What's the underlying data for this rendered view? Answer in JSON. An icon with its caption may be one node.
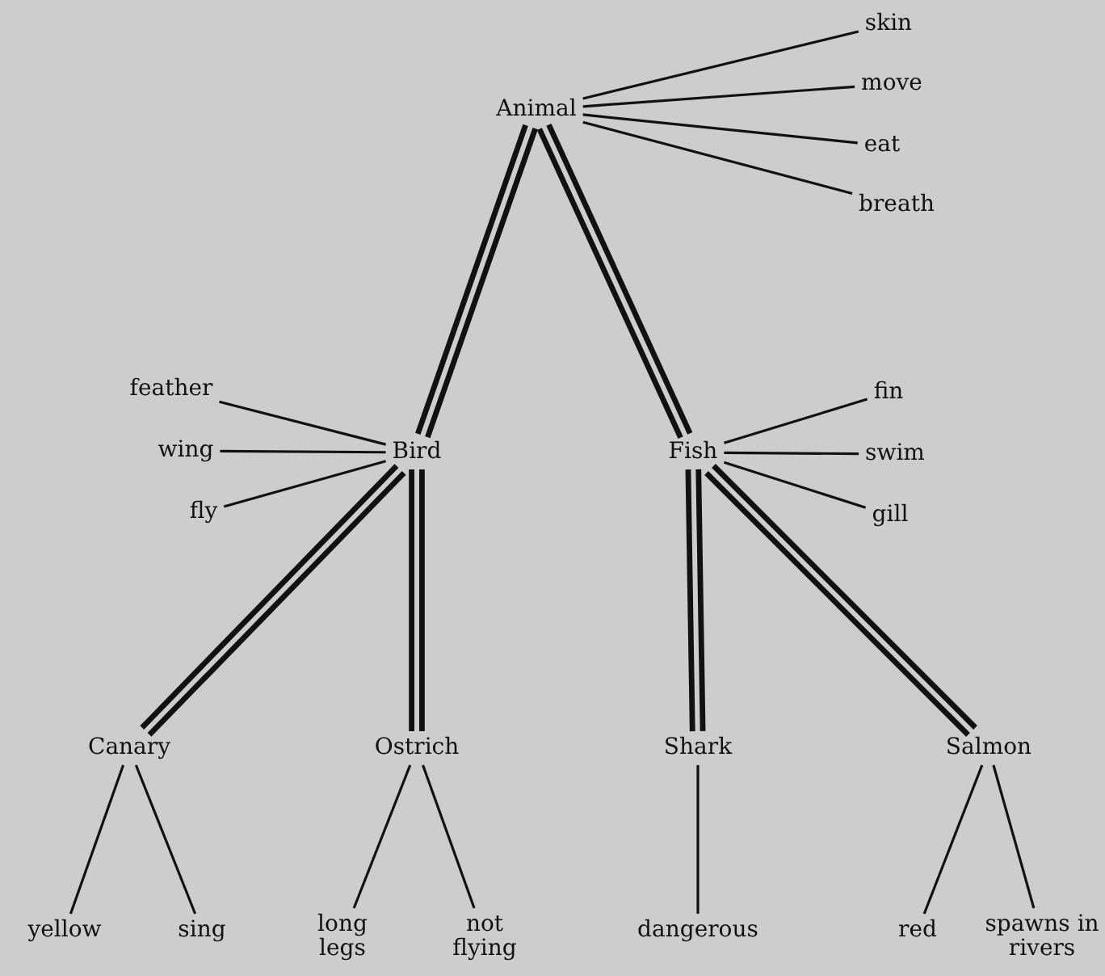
{
  "diagram": {
    "nodes": [
      {
        "text": [
          "Animal"
        ]
      },
      {
        "text": [
          "skin"
        ]
      },
      {
        "text": [
          "move"
        ]
      },
      {
        "text": [
          "eat"
        ]
      },
      {
        "text": [
          "breath"
        ]
      },
      {
        "text": [
          "feather"
        ]
      },
      {
        "text": [
          "wing"
        ]
      },
      {
        "text": [
          "fly"
        ]
      },
      {
        "text": [
          "Bird"
        ]
      },
      {
        "text": [
          "Fish"
        ]
      },
      {
        "text": [
          "fin"
        ]
      },
      {
        "text": [
          "swim"
        ]
      },
      {
        "text": [
          "gill"
        ]
      },
      {
        "text": [
          "Canary"
        ]
      },
      {
        "text": [
          "Ostrich"
        ]
      },
      {
        "text": [
          "Shark"
        ]
      },
      {
        "text": [
          "Salmon"
        ]
      },
      {
        "text": [
          "yellow"
        ]
      },
      {
        "text": [
          "sing"
        ]
      },
      {
        "text": [
          "long legs"
        ]
      },
      {
        "text": [
          "not flying"
        ]
      },
      {
        "text": [
          "dangerous"
        ]
      },
      {
        "text": [
          "red"
        ]
      },
      {
        "text": [
          "spawns in rivers"
        ]
      }
    ],
    "edges": [
      {
        "from": 0,
        "to": 1,
        "arrow": "none"
      },
      {
        "from": 0,
        "to": 2,
        "arrow": "none"
      },
      {
        "from": 0,
        "to": 3,
        "arrow": "none"
      },
      {
        "from": 0,
        "to": 4,
        "arrow": "none"
      },
      {
        "from": 0,
        "to": 8,
        "arrow": "none",
        "style": "thick"
      },
      {
        "from": 0,
        "to": 9,
        "arrow": "none",
        "style": "thick"
      },
      {
        "from": 5,
        "to": 8,
        "arrow": "none"
      },
      {
        "from": 6,
        "to": 8,
        "arrow": "none"
      },
      {
        "from": 7,
        "to": 8,
        "arrow": "none"
      },
      {
        "from": 9,
        "to": 10,
        "arrow": "none"
      },
      {
        "from": 9,
        "to": 11,
        "arrow": "none"
      },
      {
        "from": 9,
        "to": 12,
        "arrow": "none"
      },
      {
        "from": 8,
        "to": 13,
        "arrow": "none",
        "style": "thick"
      },
      {
        "from": 8,
        "to": 14,
        "arrow": "none",
        "style": "thick"
      },
      {
        "from": 9,
        "to": 15,
        "arrow": "none",
        "style": "thick"
      },
      {
        "from": 9,
        "to": 16,
        "arrow": "none",
        "style": "thick"
      },
      {
        "from": 13,
        "to": 17,
        "arrow": "none"
      },
      {
        "from": 13,
        "to": 18,
        "arrow": "none"
      },
      {
        "from": 14,
        "to": 19,
        "arrow": "none"
      },
      {
        "from": 14,
        "to": 20,
        "arrow": "none"
      },
      {
        "from": 15,
        "to": 21,
        "arrow": "none"
      },
      {
        "from": 16,
        "to": 22,
        "arrow": "none"
      },
      {
        "from": 16,
        "to": 23,
        "arrow": "none"
      }
    ]
  }
}
